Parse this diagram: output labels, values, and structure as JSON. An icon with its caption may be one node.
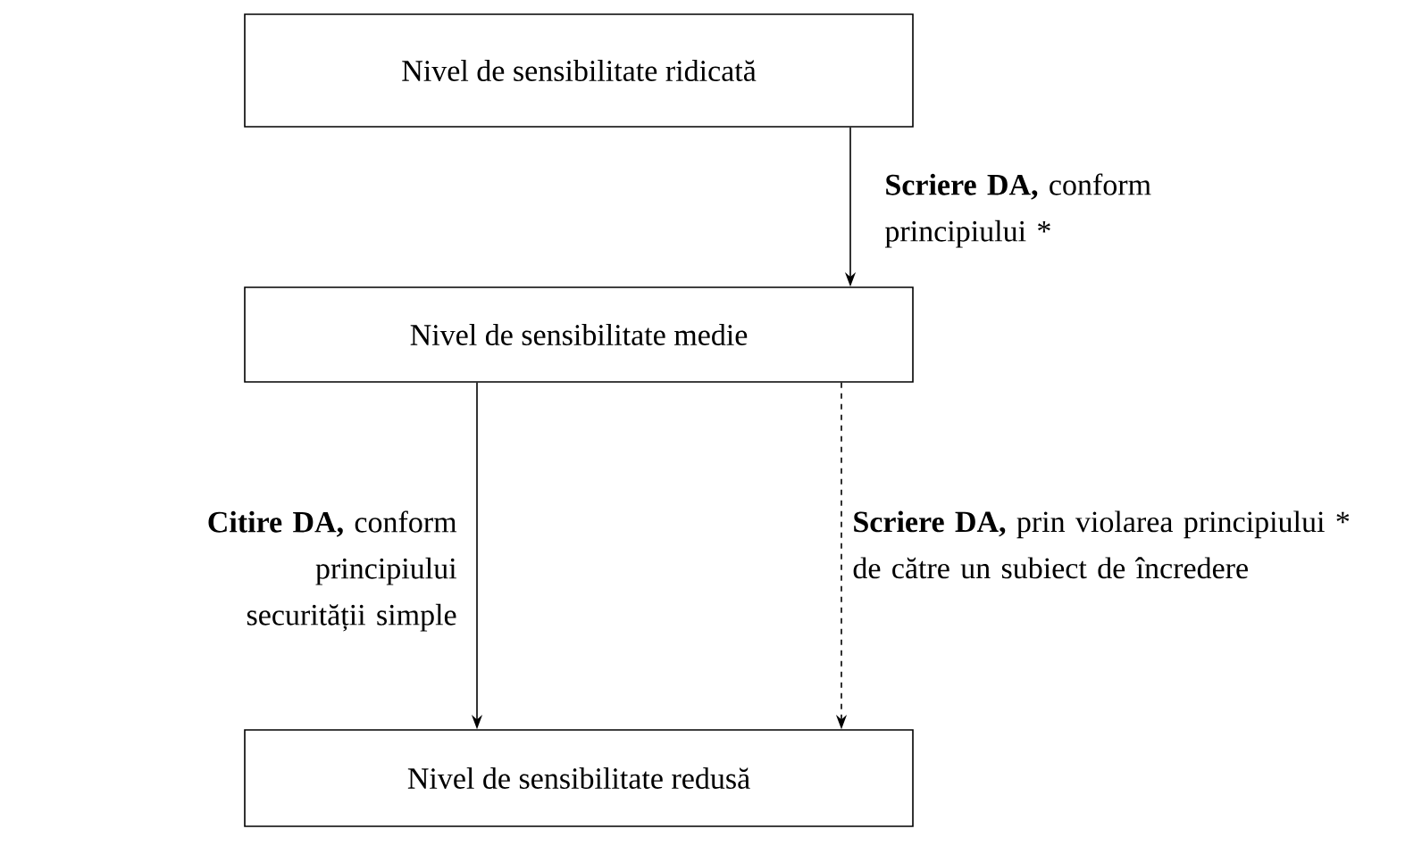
{
  "diagram": {
    "nodes": [
      {
        "text": [
          "Nivel de sensibilitate ridicată"
        ]
      },
      {
        "text": [
          "Nivel de sensibilitate medie"
        ]
      },
      {
        "text": [
          "Nivel de sensibilitate redusă"
        ]
      }
    ],
    "edges": [
      {
        "from": 0,
        "to": 1,
        "arrow": "to",
        "label": "**Scriere DA,** conform principiului *"
      },
      {
        "from": 1,
        "to": 2,
        "arrow": "to",
        "label": "**Citire DA,** conform principiului securității simple"
      },
      {
        "from": 1,
        "to": 2,
        "arrow": "to",
        "style": "dashed",
        "label": "**Scriere DA,** prin violarea principiului * de către un subiect de încredere"
      }
    ]
  }
}
